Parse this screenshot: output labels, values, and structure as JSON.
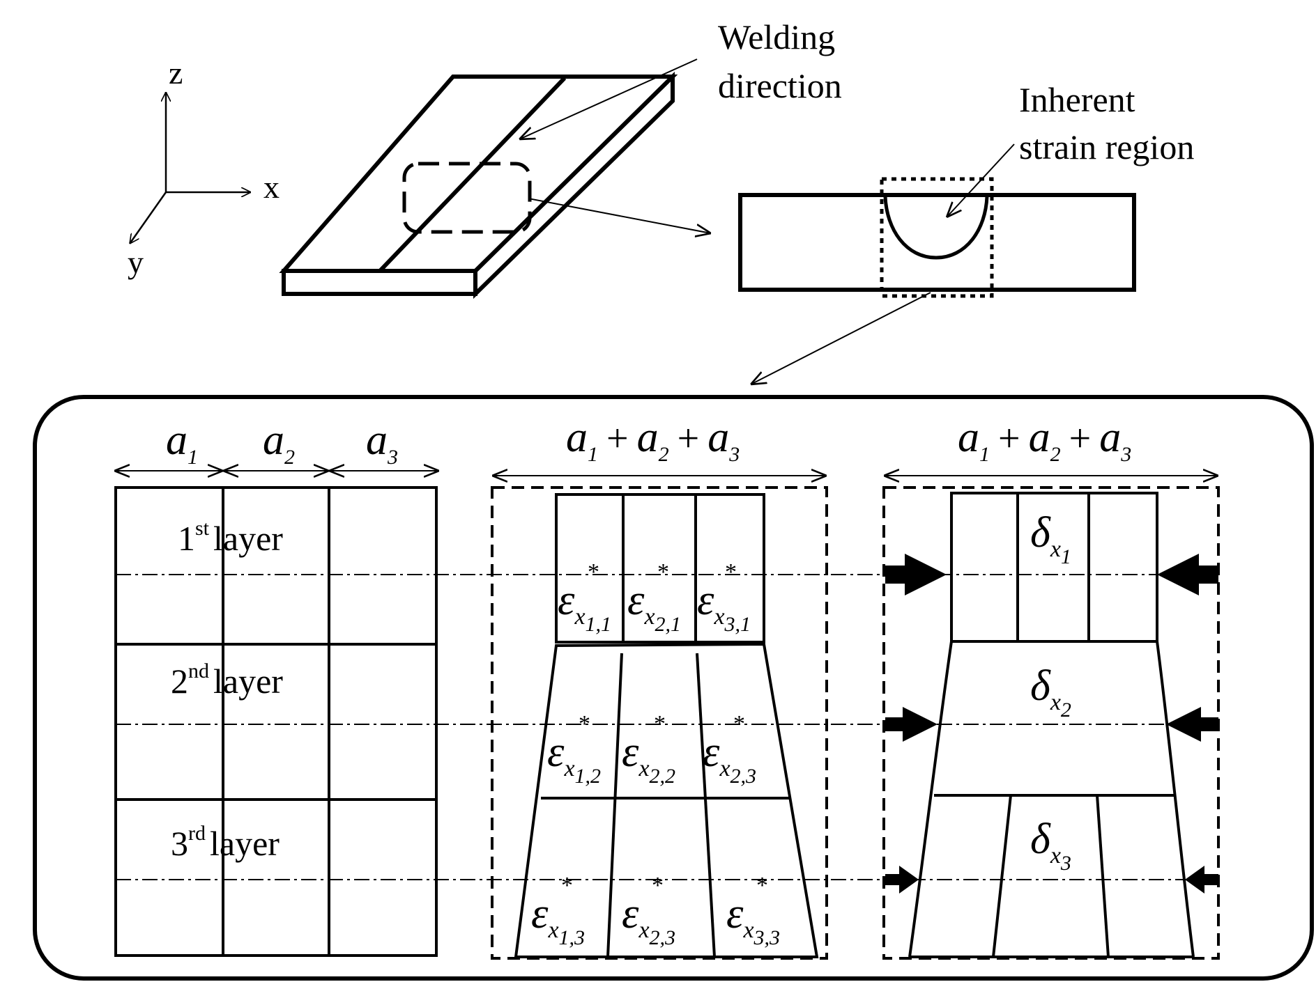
{
  "axes": {
    "z": "z",
    "x": "x",
    "y": "y"
  },
  "labels": {
    "welding_line1": "Welding",
    "welding_line2": "direction",
    "inherent_line1": "Inherent",
    "inherent_line2": "strain region"
  },
  "widths": {
    "a": "a",
    "subs": [
      "1",
      "2",
      "3"
    ],
    "plus": "+"
  },
  "layers": {
    "word": "layer",
    "ordinals": [
      {
        "num": "1",
        "suffix": "st"
      },
      {
        "num": "2",
        "suffix": "nd"
      },
      {
        "num": "3",
        "suffix": "rd"
      }
    ]
  },
  "strain": {
    "symbol": "ε",
    "x": "x",
    "star": "*",
    "cells": [
      {
        "i": "1",
        "j": "1"
      },
      {
        "i": "2",
        "j": "1"
      },
      {
        "i": "3",
        "j": "1"
      },
      {
        "i": "1",
        "j": "2"
      },
      {
        "i": "2",
        "j": "2"
      },
      {
        "i": "2",
        "j": "3"
      },
      {
        "i": "1",
        "j": "3"
      },
      {
        "i": "2",
        "j": "3"
      },
      {
        "i": "3",
        "j": "3"
      }
    ]
  },
  "deformation": {
    "symbol": "δ",
    "x": "x",
    "subs": [
      "1",
      "2",
      "3"
    ]
  }
}
